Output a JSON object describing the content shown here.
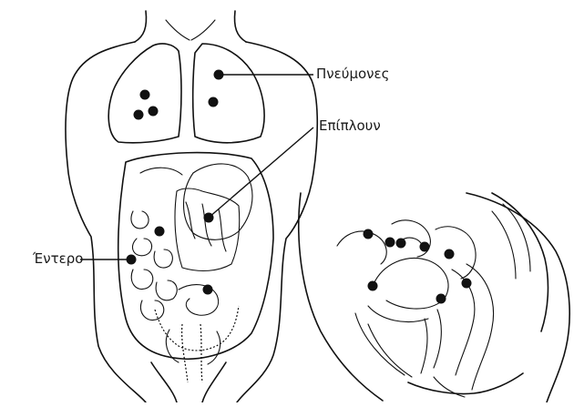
{
  "labels": {
    "lungs": "Πνεύμονες",
    "omentum": "Επίπλουν",
    "bowel": "Έντερο"
  },
  "colors": {
    "ink": "#111111",
    "background": "#ffffff"
  }
}
